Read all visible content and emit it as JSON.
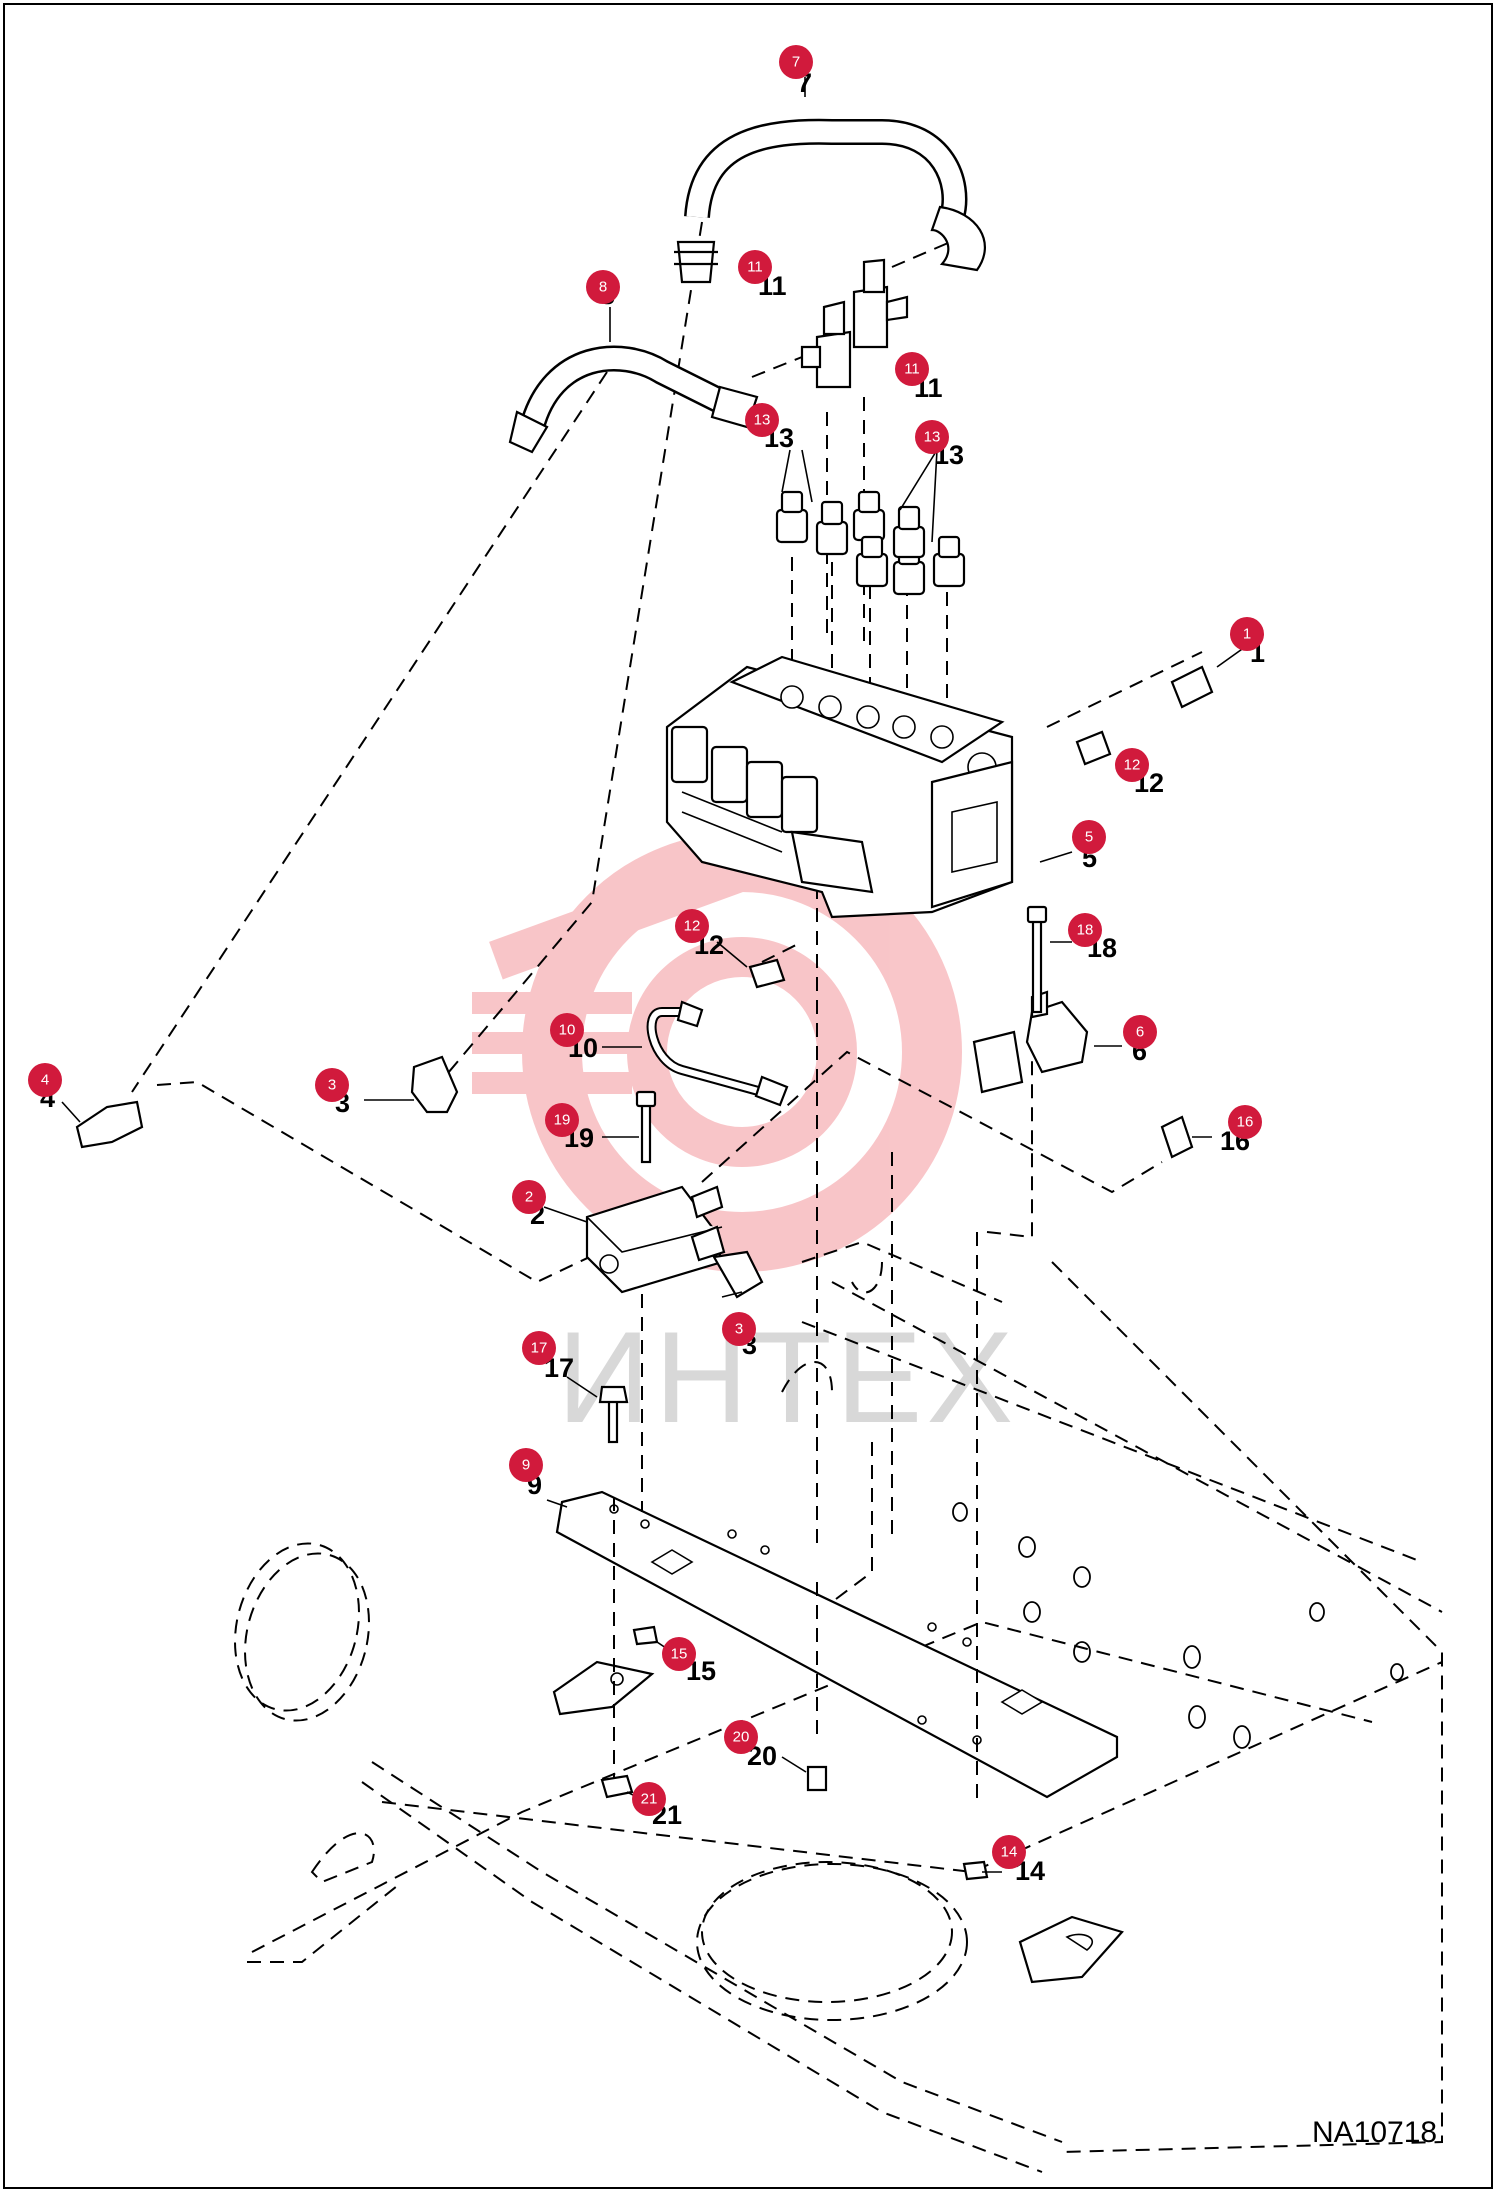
{
  "callouts": [
    {
      "n": "1",
      "label": "1"
    },
    {
      "n": "2",
      "label": "2"
    },
    {
      "n": "3",
      "label": "3"
    },
    {
      "n": "3",
      "label": "3"
    },
    {
      "n": "4",
      "label": "4"
    },
    {
      "n": "5",
      "label": "5"
    },
    {
      "n": "6",
      "label": "6"
    },
    {
      "n": "7",
      "label": "7"
    },
    {
      "n": "8",
      "label": "8"
    },
    {
      "n": "9",
      "label": "9"
    },
    {
      "n": "10",
      "label": "10"
    },
    {
      "n": "11",
      "label": "11"
    },
    {
      "n": "11",
      "label": "11"
    },
    {
      "n": "12",
      "label": "12"
    },
    {
      "n": "12",
      "label": "12"
    },
    {
      "n": "13",
      "label": "13"
    },
    {
      "n": "13",
      "label": "13"
    },
    {
      "n": "14",
      "label": "14"
    },
    {
      "n": "15",
      "label": "15"
    },
    {
      "n": "16",
      "label": "16"
    },
    {
      "n": "17",
      "label": "17"
    },
    {
      "n": "18",
      "label": "18"
    },
    {
      "n": "19",
      "label": "19"
    },
    {
      "n": "20",
      "label": "20"
    },
    {
      "n": "21",
      "label": "21"
    }
  ],
  "watermark": {
    "text": "ИНТЕХ",
    "color": "#e8323c"
  },
  "drawing_ref": "NA10718",
  "colors": {
    "badge": "#d11a3c",
    "line": "#000000"
  }
}
